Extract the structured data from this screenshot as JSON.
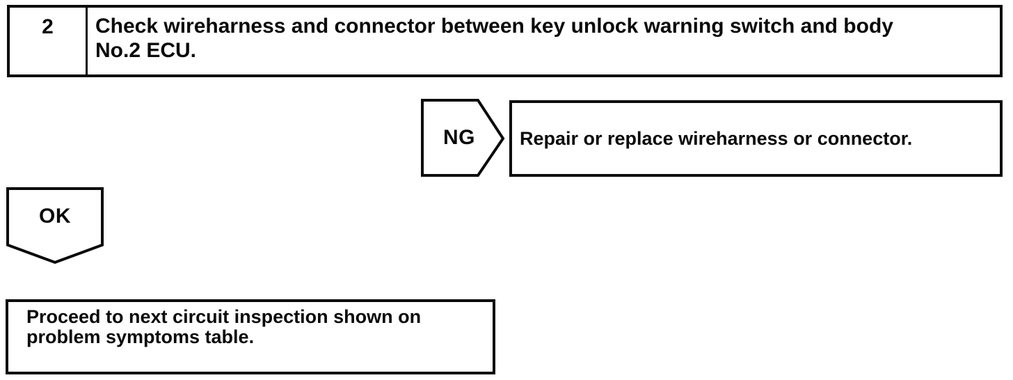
{
  "flowchart": {
    "step": {
      "number": "2",
      "instruction_lines": [
        "Check wireharness and connector between key unlock warning switch and body",
        "No.2 ECU."
      ]
    },
    "ng_branch": {
      "connector_label": "NG",
      "action": "Repair or replace wireharness or connector."
    },
    "ok_branch": {
      "connector_label": "OK",
      "action_lines": [
        "Proceed to next circuit inspection shown on",
        "problem symptoms table."
      ]
    }
  },
  "colors": {
    "line": "#0a0a0a",
    "background": "#ffffff"
  }
}
